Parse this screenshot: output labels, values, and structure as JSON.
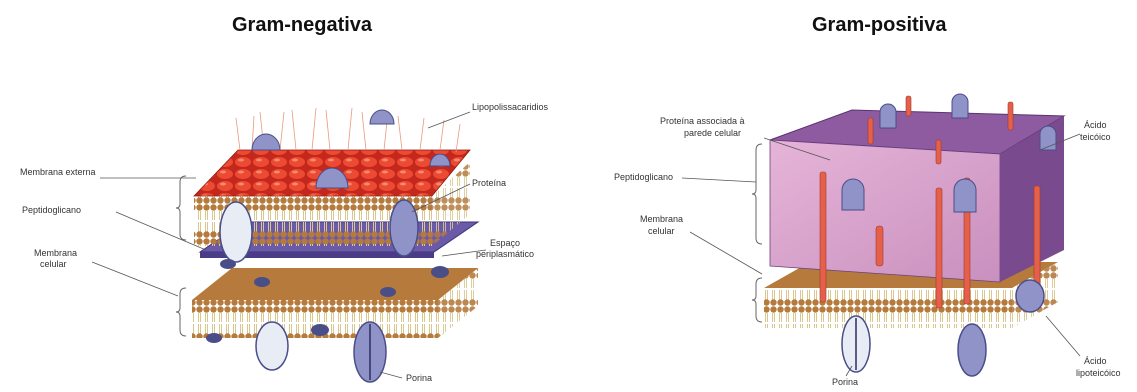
{
  "titles": {
    "gram_negative": "Gram-negativa",
    "gram_positive": "Gram-positiva"
  },
  "gram_negative": {
    "labels": {
      "lipopolissacaridios": "Lipopolissacaridios",
      "membrana_externa": "Membrana externa",
      "peptidoglicano": "Peptidoglicano",
      "proteina": "Proteína",
      "membrana_celular_1": "Membrana",
      "membrana_celular_2": "celular",
      "espaco_1": "Espaço",
      "espaco_2": "periplasmático",
      "porina": "Porina"
    }
  },
  "gram_positive": {
    "labels": {
      "proteina_1": "Proteína associada à",
      "proteina_2": "parede celular",
      "acido_teicoico_1": "Ácido",
      "acido_teicoico_2": "teicóico",
      "peptidoglicano": "Peptidoglicano",
      "membrana_celular_1": "Membrana",
      "membrana_celular_2": "celular",
      "acido_lipoteicoico_1": "Ácido",
      "acido_lipoteicoico_2": "lipoteicóico",
      "porina": "Porina"
    }
  },
  "colors": {
    "outer_membrane": "#e03a2a",
    "peptidoglycan_layer": "#6a5aa8",
    "lipid_heads": "#b57a3c",
    "lipid_tails": "#d8c890",
    "protein": "#8f93c8",
    "gram_pos_wall_top": "#8e5aa0",
    "gram_pos_wall_front": "#d8a0cc",
    "teichoic_rod": "#e5604a"
  }
}
